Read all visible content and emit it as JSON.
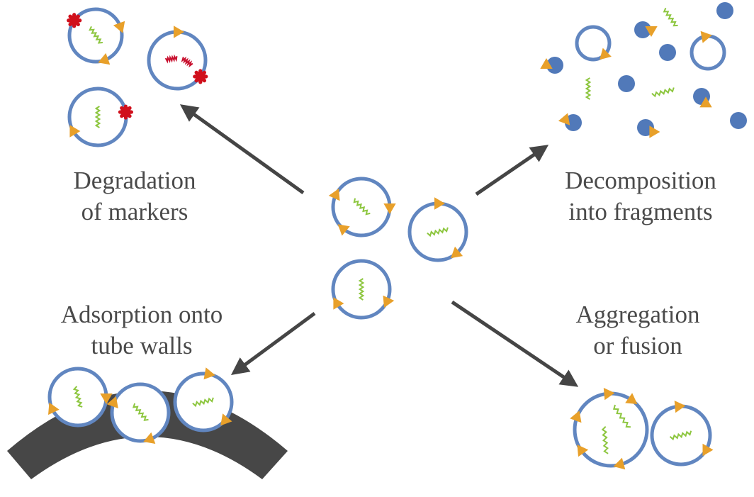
{
  "colors": {
    "membrane": "#6186c0",
    "marker": "#e8a02a",
    "cargo": "#8dc63f",
    "degraded_cargo": "#c8102e",
    "damage": "#d0101c",
    "fragment": "#5179b9",
    "arrow": "#454545",
    "tube_wall": "#474747",
    "label_text": "#4a4a4a"
  },
  "labels": {
    "degradation": [
      "Degradation",
      "of markers"
    ],
    "decomposition": [
      "Decomposition",
      "into fragments"
    ],
    "adsorption": [
      "Adsorption onto",
      "tube walls"
    ],
    "aggregation": [
      "Aggregation",
      "or fusion"
    ]
  },
  "icons": {
    "vesicle": "vesicle-icon",
    "damaged_marker": "damaged-marker-icon",
    "fragment": "membrane-fragment-icon",
    "tube_wall": "tube-wall-icon"
  }
}
